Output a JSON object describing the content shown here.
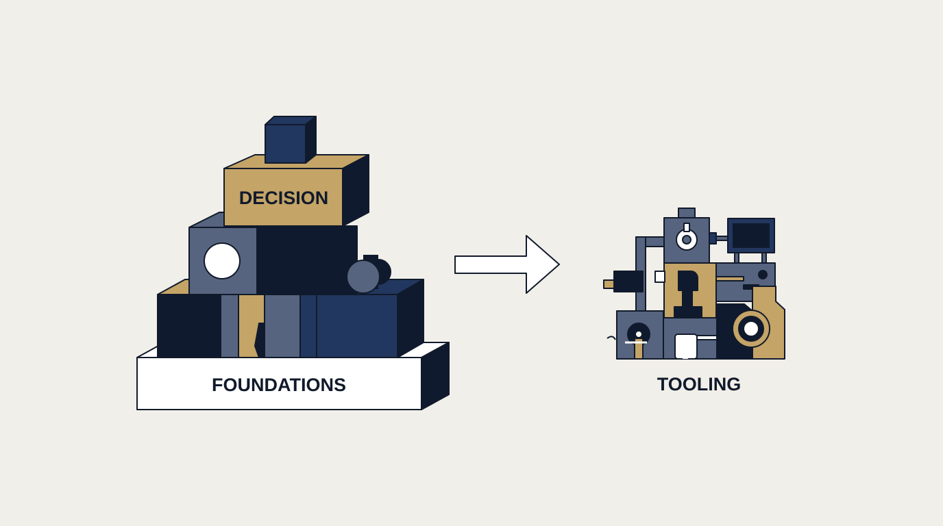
{
  "colors": {
    "background": "#f1efe9",
    "navy_dark": "#0f1a2e",
    "navy": "#22375f",
    "slate": "#56647f",
    "gold": "#c4a467",
    "white": "#ffffff",
    "outline": "#111a2b"
  },
  "labels": {
    "decision": "DECISION",
    "foundations": "FOUNDATIONS",
    "tooling": "TOOLING"
  },
  "icons": {
    "arrow": "right-arrow-icon",
    "gear": "gear-icon",
    "monitor": "monitor-icon",
    "wrench": "wrench-icon"
  }
}
